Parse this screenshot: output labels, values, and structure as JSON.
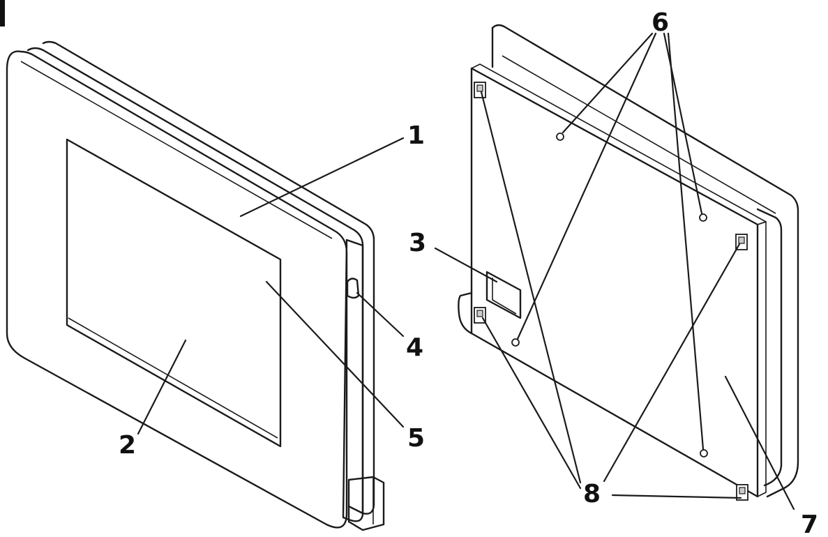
{
  "figure": {
    "corner_mark": "",
    "callouts": [
      {
        "id": "1",
        "label": "1"
      },
      {
        "id": "2",
        "label": "2"
      },
      {
        "id": "3",
        "label": "3"
      },
      {
        "id": "4",
        "label": "4"
      },
      {
        "id": "5",
        "label": "5"
      },
      {
        "id": "6",
        "label": "6"
      },
      {
        "id": "7",
        "label": "7"
      },
      {
        "id": "8",
        "label": "8"
      }
    ]
  },
  "colors": {
    "line": "#1a1a1a",
    "front_bezel": "#e9e9e9",
    "front_bezel_edge": "#f6f6f6",
    "screen": "#d7d7d7",
    "rear_plate": "#cbcbcb",
    "rear_frame": "#f4f4f4",
    "background": "#ffffff"
  }
}
